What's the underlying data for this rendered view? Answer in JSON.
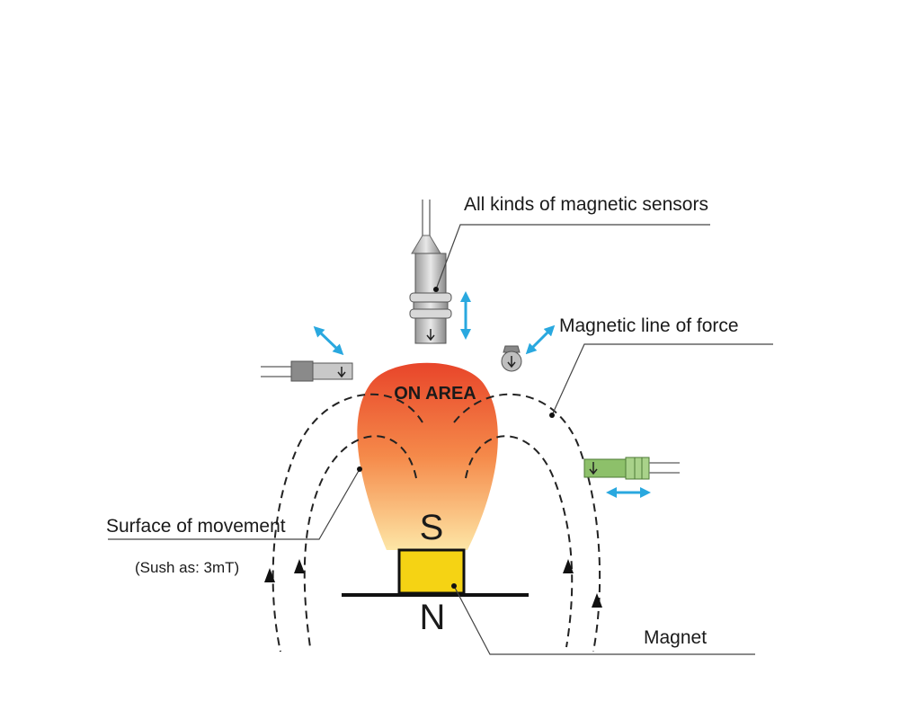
{
  "labels": {
    "sensors": "All kinds of magnetic sensors",
    "line_of_force": "Magnetic line of force",
    "on_area": "ON AREA",
    "surface": "Surface of movement",
    "surface_example": "(Sush as: 3mT)",
    "magnet": "Magnet",
    "pole_s": "S",
    "pole_n": "N"
  },
  "colors": {
    "on_area_top": "#e8452a",
    "on_area_bottom": "#fde6a6",
    "magnet_fill": "#f5d314",
    "arrow_blue": "#29a8df",
    "sensor_green": "#8dc06a",
    "sensor_gray": "#b8b8b8"
  }
}
